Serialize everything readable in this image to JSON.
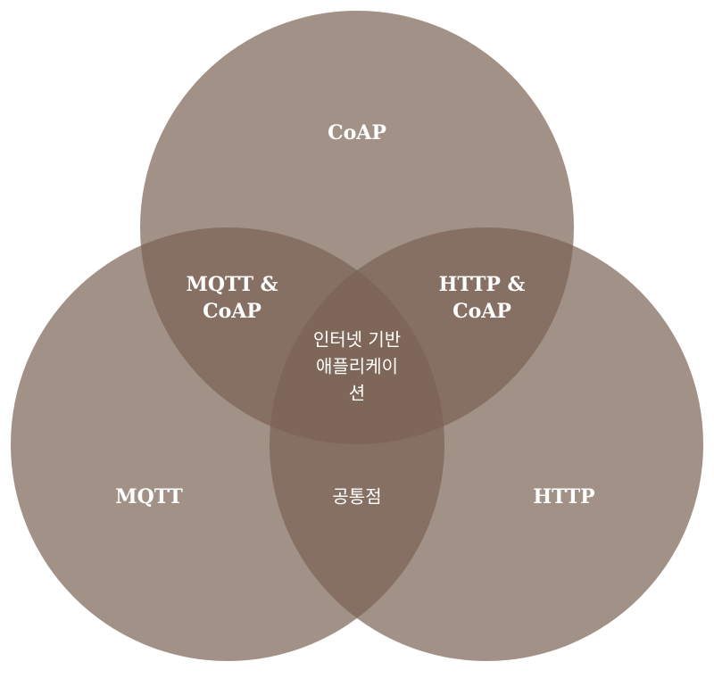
{
  "colors": {
    "circle": "#7a6254",
    "background": "#ffffff",
    "text": "#ffffff"
  },
  "sets": {
    "top": "CoAP",
    "left": "MQTT",
    "right": "HTTP"
  },
  "intersections": {
    "left_top": [
      "MQTT &",
      "CoAP"
    ],
    "right_top": [
      "HTTP &",
      "CoAP"
    ],
    "left_right": "공통점",
    "center": [
      "인터넷 기반",
      "애플리케이",
      "션"
    ]
  }
}
